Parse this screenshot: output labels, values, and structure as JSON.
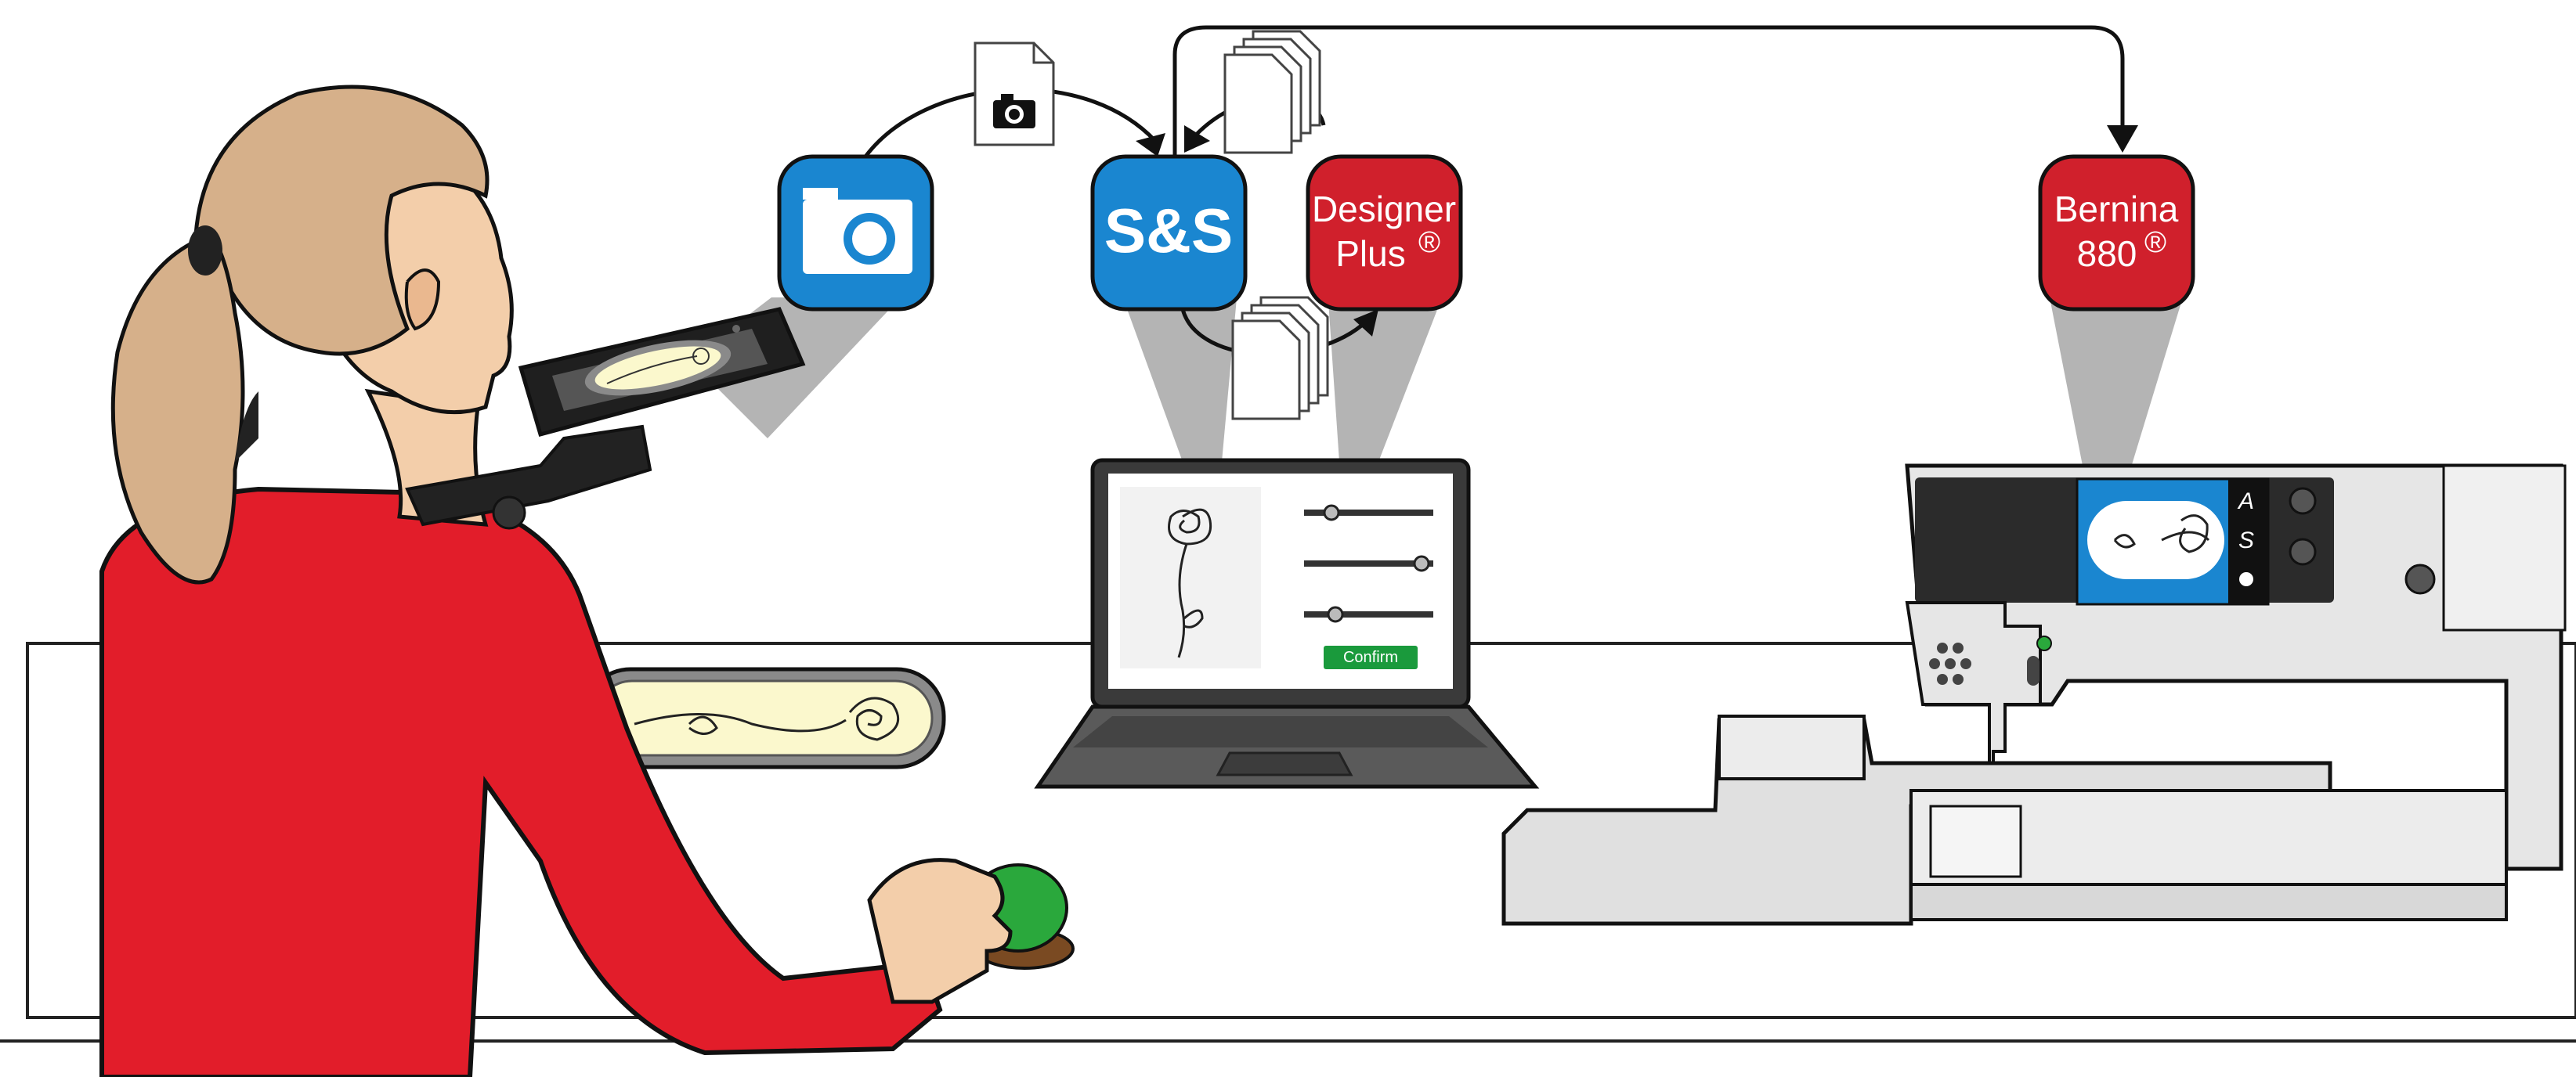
{
  "apps": {
    "camera": {
      "icon": "camera-icon",
      "color": "#1a86d0"
    },
    "ss": {
      "label": "S&S",
      "color": "#1a86d0"
    },
    "designer": {
      "line1": "Designer",
      "line2": "Plus",
      "mark": "®",
      "color": "#d0202c"
    },
    "bernina": {
      "line1": "Bernina",
      "line2": "880",
      "mark": "®",
      "color": "#d0202c"
    }
  },
  "laptop": {
    "confirm_label": "Confirm",
    "confirm_color": "#1a9a3c"
  },
  "colors": {
    "shirt": "#e21d2a",
    "table": "#ffffff",
    "hair": "#d6b08a",
    "button": "#2aa83c",
    "fabric": "#fbf8cd",
    "beam": "#b4b4b4"
  }
}
